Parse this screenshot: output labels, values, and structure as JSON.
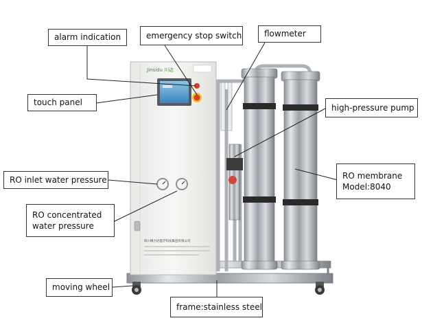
{
  "callouts": {
    "alarm_indication": "alarm indication",
    "emergency_stop_switch": "emergency stop switch",
    "flowmeter": "flowmeter",
    "touch_panel": "touch panel",
    "high_pressure_pump": "high-pressure pump",
    "ro_inlet_water_pressure": "RO inlet water pressure",
    "ro_membrane_line1": "RO membrane",
    "ro_membrane_line2": "Model:8040",
    "ro_concentrated_line1": "RO concentrated",
    "ro_concentrated_line2": "water pressure",
    "moving_wheel": "moving wheel",
    "frame": "frame:stainless steel"
  },
  "machine": {
    "brand_logo": "Jinsidu 川达",
    "footer_line": "四川精力达医疗科技集团有限公司"
  },
  "colors": {
    "cabinet": "#f2f2f0",
    "steel": "#c9ccd0",
    "panel_screen": "#6fb0d8",
    "alarm_red": "#d93a2b",
    "strap": "#2a2a2a"
  }
}
